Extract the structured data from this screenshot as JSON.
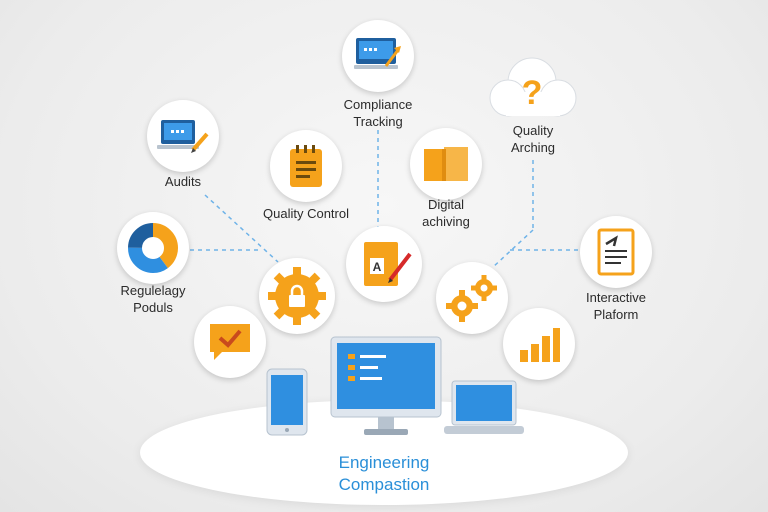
{
  "nodes": {
    "compliance": {
      "label_line1": "Compliance",
      "label_line2": "Tracking"
    },
    "quality_arching": {
      "label_line1": "Quality",
      "label_line2": "Arching"
    },
    "audits": {
      "label": "Audits"
    },
    "quality_control": {
      "label": "Quality Control"
    },
    "digital": {
      "label_line1": "Digital",
      "label_line2": "achiving"
    },
    "regulatory": {
      "label_line1": "Regulelagy",
      "label_line2": "Poduls"
    },
    "interactive": {
      "label_line1": "Interactive",
      "label_line2": "Plaform"
    },
    "document_letter": "A"
  },
  "center": {
    "title_line1": "Engineering",
    "title_line2": "Compastion"
  },
  "colors": {
    "orange": "#f5a21b",
    "blue": "#2f8fe0",
    "dark_blue": "#1f5f9e",
    "connector": "#6fb3e8"
  }
}
